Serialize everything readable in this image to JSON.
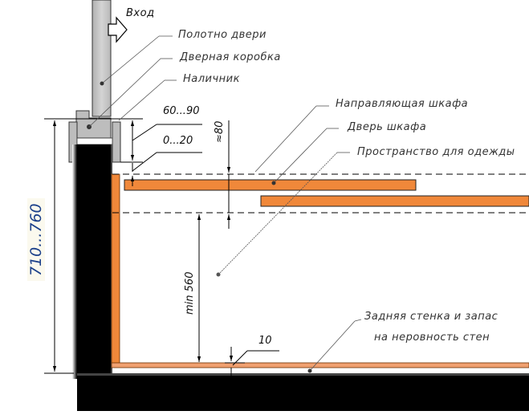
{
  "labels": {
    "entrance": "Вход",
    "door_leaf": "Полотно двери",
    "door_frame": "Дверная коробка",
    "architrave": "Наличник",
    "wardrobe_rail": "Направляющая шкафа",
    "wardrobe_door": "Дверь шкафа",
    "clothes_space": "Пространство для одежды",
    "back_wall_line1": "Задняя стенка и запас",
    "back_wall_line2": "на неровность стен"
  },
  "dimensions": {
    "architrave_width": "60...90",
    "gap": "0...20",
    "rail_depth": "≈80",
    "min_depth": "min 560",
    "back_panel": "10",
    "total_depth": "710...760"
  },
  "colors": {
    "panel_orange": "#f0883a",
    "wall_black": "#000000",
    "door_gray": "#c4c4c4",
    "dimension_blue": "#1a3f8a"
  }
}
